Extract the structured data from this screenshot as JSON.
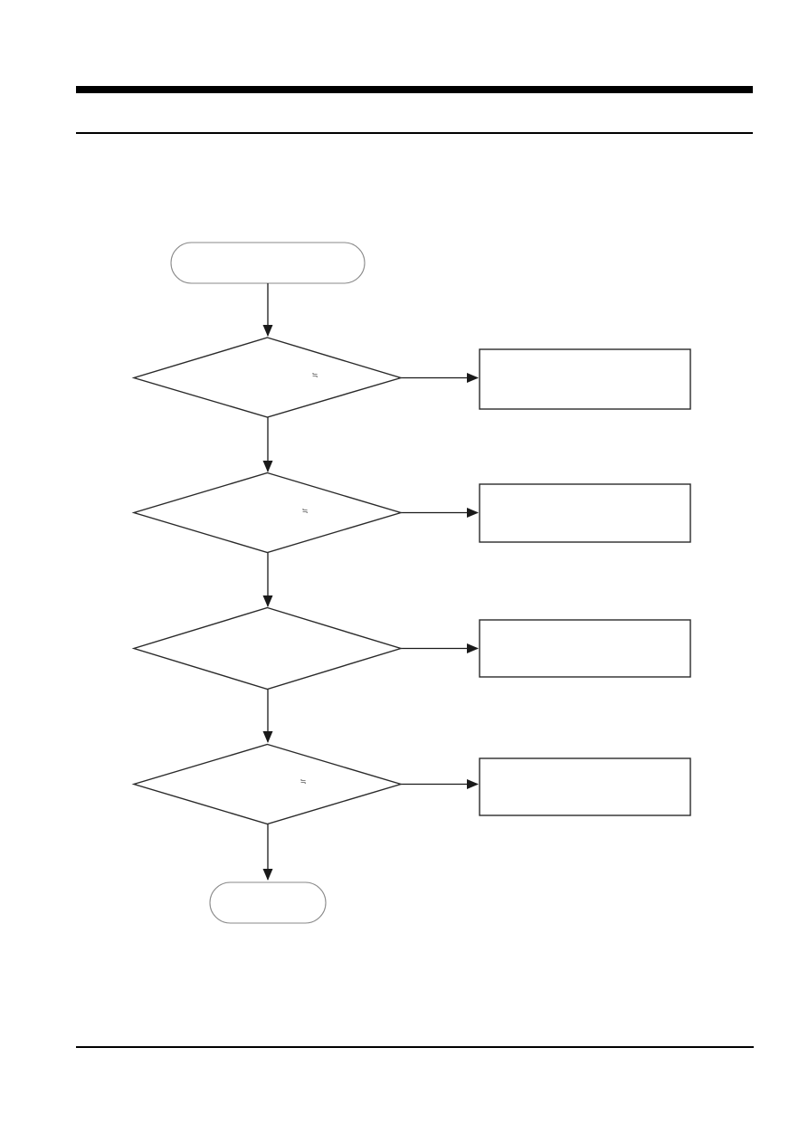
{
  "page": {
    "kind": "scanned-manual-page",
    "title": "",
    "header_text": "",
    "footer_text": ""
  },
  "colors": {
    "page_background": "#ffffff",
    "rule": "#000000",
    "shape_stroke": "#2a2a2a",
    "terminator_stroke": "#8a8a8a",
    "edge": "#1a1a1a",
    "mark": "#3a3a3a"
  },
  "flowchart": {
    "type": "flowchart",
    "direction": "top-down",
    "nodes": [
      {
        "id": "start",
        "shape": "terminator",
        "label": ""
      },
      {
        "id": "decision-1",
        "shape": "decision",
        "label": "",
        "mark": "≒"
      },
      {
        "id": "process-1",
        "shape": "process",
        "label": ""
      },
      {
        "id": "decision-2",
        "shape": "decision",
        "label": "",
        "mark": "≒"
      },
      {
        "id": "process-2",
        "shape": "process",
        "label": ""
      },
      {
        "id": "decision-3",
        "shape": "decision",
        "label": "",
        "mark": ""
      },
      {
        "id": "process-3",
        "shape": "process",
        "label": ""
      },
      {
        "id": "decision-4",
        "shape": "decision",
        "label": "",
        "mark": "≒"
      },
      {
        "id": "process-4",
        "shape": "process",
        "label": ""
      },
      {
        "id": "end",
        "shape": "terminator",
        "label": ""
      }
    ],
    "edges": [
      {
        "from": "start",
        "to": "decision-1",
        "label": ""
      },
      {
        "from": "decision-1",
        "to": "process-1",
        "label": ""
      },
      {
        "from": "decision-1",
        "to": "decision-2",
        "label": ""
      },
      {
        "from": "decision-2",
        "to": "process-2",
        "label": ""
      },
      {
        "from": "decision-2",
        "to": "decision-3",
        "label": ""
      },
      {
        "from": "decision-3",
        "to": "process-3",
        "label": ""
      },
      {
        "from": "decision-3",
        "to": "decision-4",
        "label": ""
      },
      {
        "from": "decision-4",
        "to": "process-4",
        "label": ""
      },
      {
        "from": "decision-4",
        "to": "end",
        "label": ""
      }
    ]
  }
}
